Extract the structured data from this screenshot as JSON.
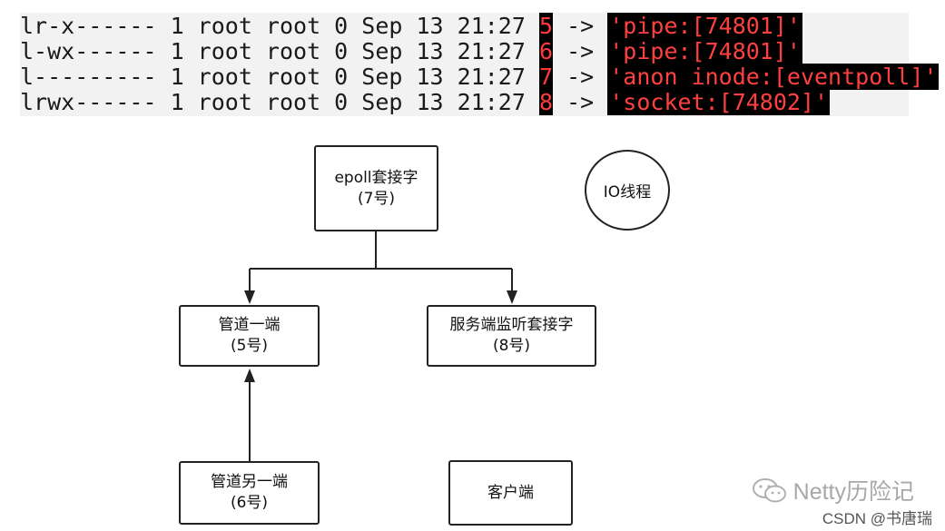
{
  "terminal": {
    "lines": [
      {
        "prefix": "lr-x------ 1 root root 0 Sep 13 21:27 ",
        "fd": "5",
        "arrow": " -> ",
        "target": "'pipe:[74801]'"
      },
      {
        "prefix": "l-wx------ 1 root root 0 Sep 13 21:27 ",
        "fd": "6",
        "arrow": " -> ",
        "target": "'pipe:[74801]'"
      },
      {
        "prefix": "l--------- 1 root root 0 Sep 13 21:27 ",
        "fd": "7",
        "arrow": " -> ",
        "target": "'anon_inode:[eventpoll]'"
      },
      {
        "prefix": "lrwx------ 1 root root 0 Sep 13 21:27 ",
        "fd": "8",
        "arrow": " -> ",
        "target": "'socket:[74802]'"
      }
    ]
  },
  "diagram": {
    "epoll": {
      "title": "epoll套接字",
      "num": "(7号)"
    },
    "io_thread": {
      "label": "IO线程"
    },
    "pipe_one": {
      "title": "管道一端",
      "num": "(5号)"
    },
    "server_socket": {
      "title": "服务端监听套接字",
      "num": "(8号)"
    },
    "pipe_other": {
      "title": "管道另一端",
      "num": "(6号)"
    },
    "client": {
      "label": "客户端"
    }
  },
  "watermark": {
    "brand": "Netty历险记",
    "credit": "CSDN @书唐瑞"
  },
  "colors": {
    "terminal_bg": "#f2f2f2",
    "highlight_bg": "#000000",
    "highlight_fg": "#ff3b3b"
  }
}
